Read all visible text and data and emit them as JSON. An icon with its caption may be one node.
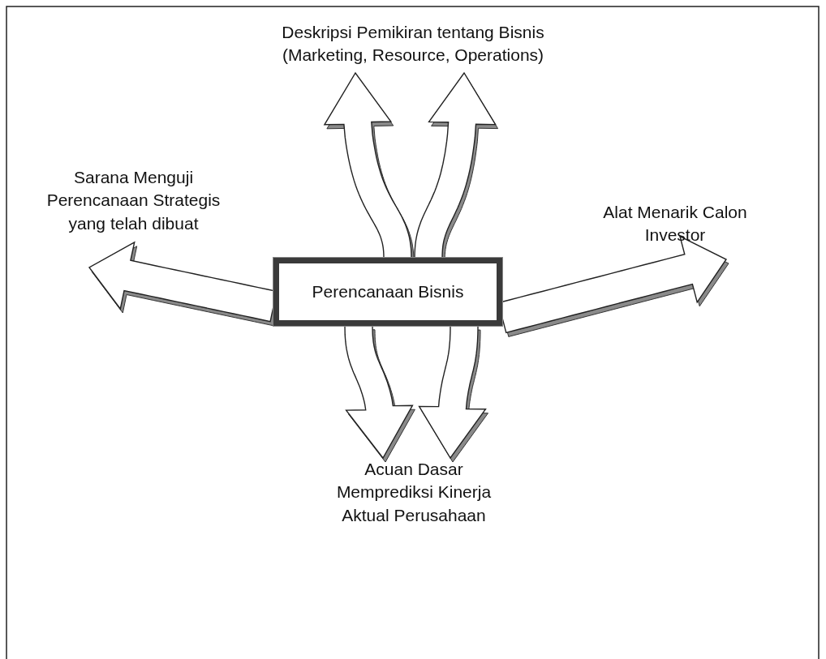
{
  "diagram": {
    "nodes": [
      {
        "text": [
          "Perencanaan Bisnis"
        ]
      },
      {
        "text": [
          "Deskripsi Pemikiran tentang Bisnis (Marketing, Resource, Operations)"
        ]
      },
      {
        "text": [
          "Sarana Menguji Perencanaan Strategis yang telah dibuat"
        ]
      },
      {
        "text": [
          "Alat Menarik Calon Investor"
        ]
      },
      {
        "text": [
          "Acuan Dasar Memprediksi Kinerja Aktual Perusahaan"
        ]
      }
    ],
    "edges": [
      {
        "from": 0,
        "to": 1,
        "arrow": "to"
      },
      {
        "from": 0,
        "to": 1,
        "arrow": "to"
      },
      {
        "from": 0,
        "to": 2,
        "arrow": "to"
      },
      {
        "from": 0,
        "to": 3,
        "arrow": "to"
      },
      {
        "from": 0,
        "to": 4,
        "arrow": "to"
      },
      {
        "from": 0,
        "to": 4,
        "arrow": "to"
      }
    ]
  }
}
